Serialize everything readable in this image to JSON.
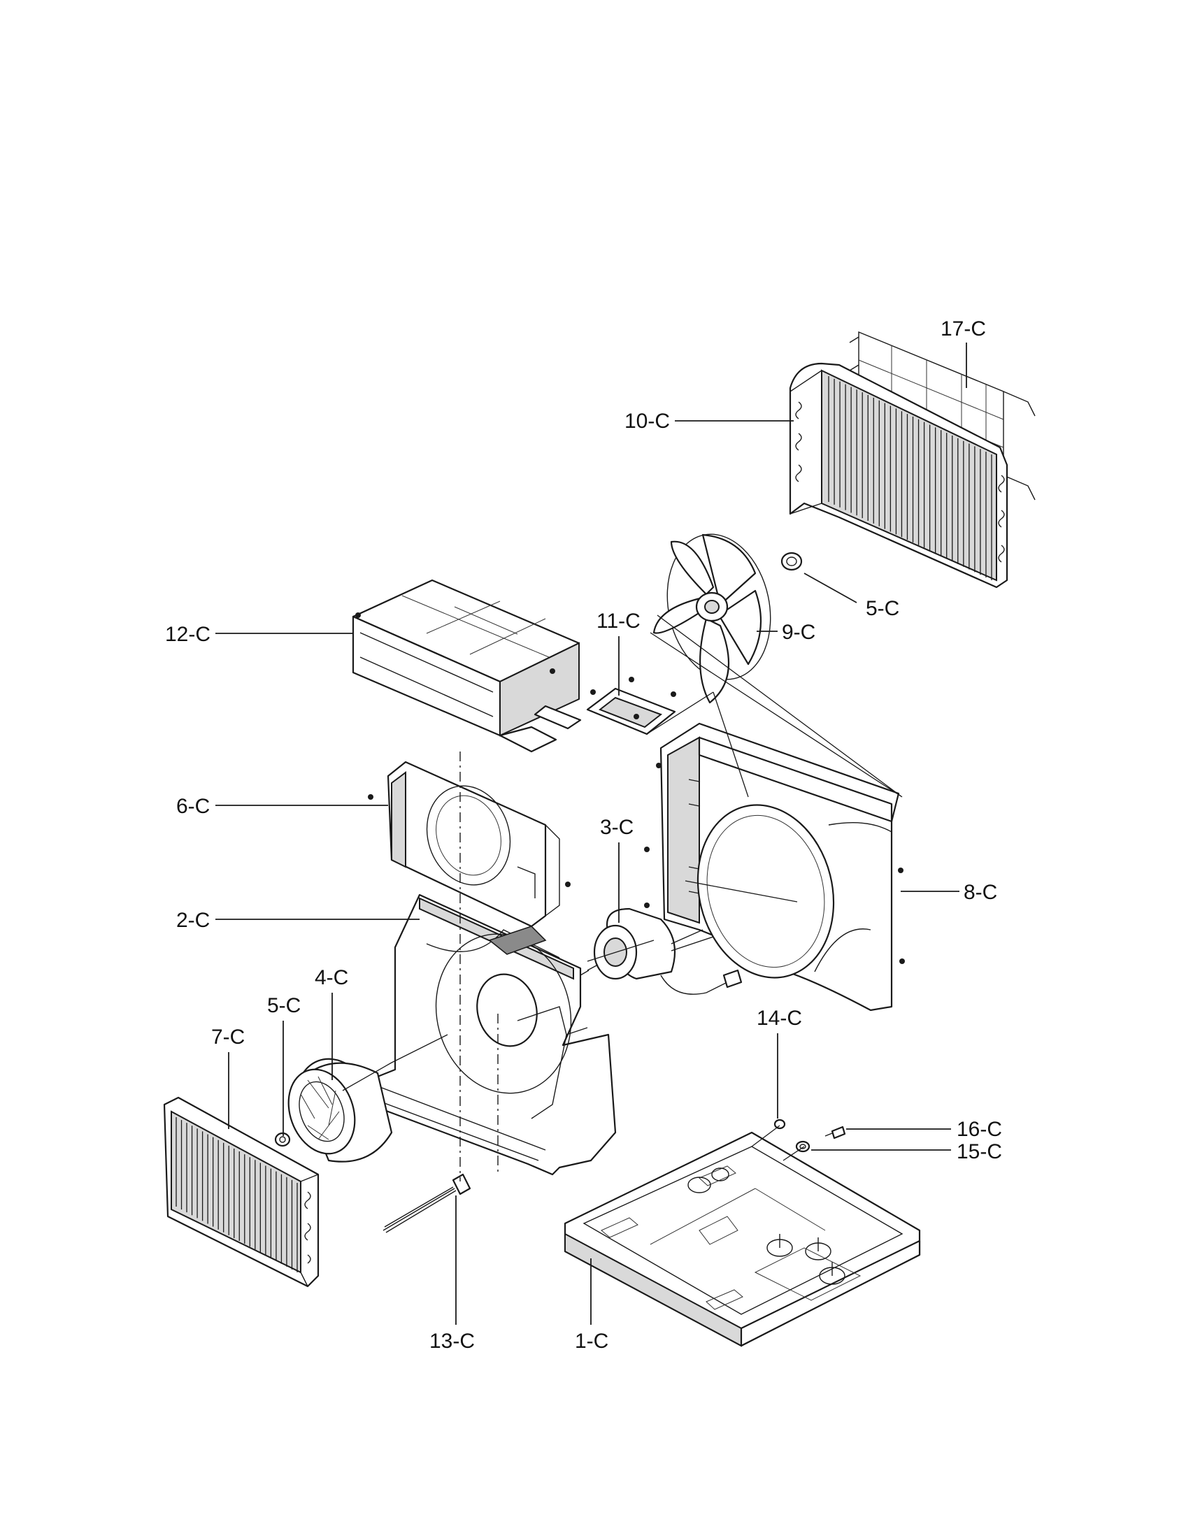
{
  "diagram": {
    "callouts": [
      {
        "id": "c17",
        "label": "17-C"
      },
      {
        "id": "c10",
        "label": "10-C"
      },
      {
        "id": "c5a",
        "label": "5-C"
      },
      {
        "id": "c9",
        "label": "9-C"
      },
      {
        "id": "c11",
        "label": "11-C"
      },
      {
        "id": "c12",
        "label": "12-C"
      },
      {
        "id": "c6",
        "label": "6-C"
      },
      {
        "id": "c3",
        "label": "3-C"
      },
      {
        "id": "c8",
        "label": "8-C"
      },
      {
        "id": "c2",
        "label": "2-C"
      },
      {
        "id": "c4",
        "label": "4-C"
      },
      {
        "id": "c5b",
        "label": "5-C"
      },
      {
        "id": "c7",
        "label": "7-C"
      },
      {
        "id": "c14",
        "label": "14-C"
      },
      {
        "id": "c16",
        "label": "16-C"
      },
      {
        "id": "c15",
        "label": "15-C"
      },
      {
        "id": "c13",
        "label": "13-C"
      },
      {
        "id": "c1",
        "label": "1-C"
      }
    ]
  }
}
